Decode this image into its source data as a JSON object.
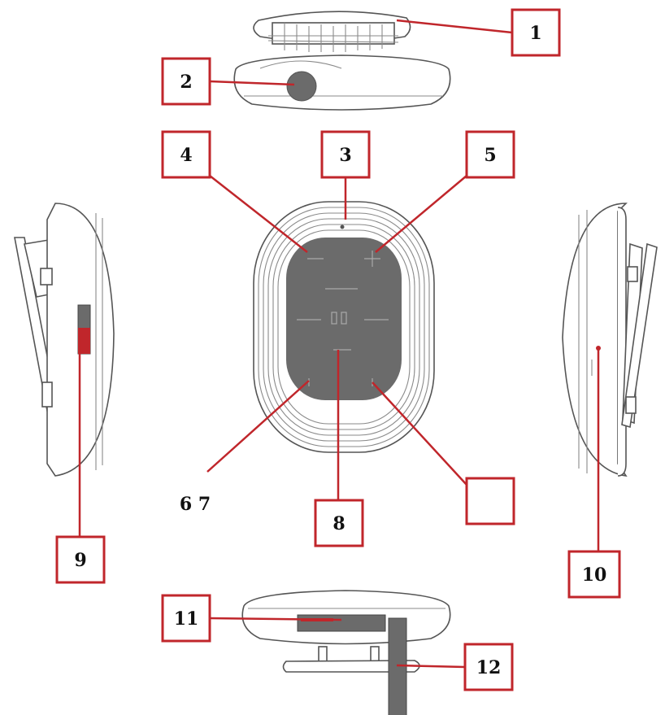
{
  "callouts": [
    {
      "id": "c1",
      "label": "1"
    },
    {
      "id": "c2",
      "label": "2"
    },
    {
      "id": "c3",
      "label": "3"
    },
    {
      "id": "c4",
      "label": "4"
    },
    {
      "id": "c5",
      "label": "5"
    },
    {
      "id": "c67",
      "label": "6 7"
    },
    {
      "id": "c8",
      "label": "8"
    },
    {
      "id": "cblank",
      "label": ""
    },
    {
      "id": "c9",
      "label": "9"
    },
    {
      "id": "c10",
      "label": "10"
    },
    {
      "id": "c11",
      "label": "11"
    },
    {
      "id": "c12",
      "label": "12"
    }
  ],
  "colors": {
    "callout_accent": "#c0262b",
    "device_panel": "#6b6b6b",
    "outline": "#555555"
  }
}
